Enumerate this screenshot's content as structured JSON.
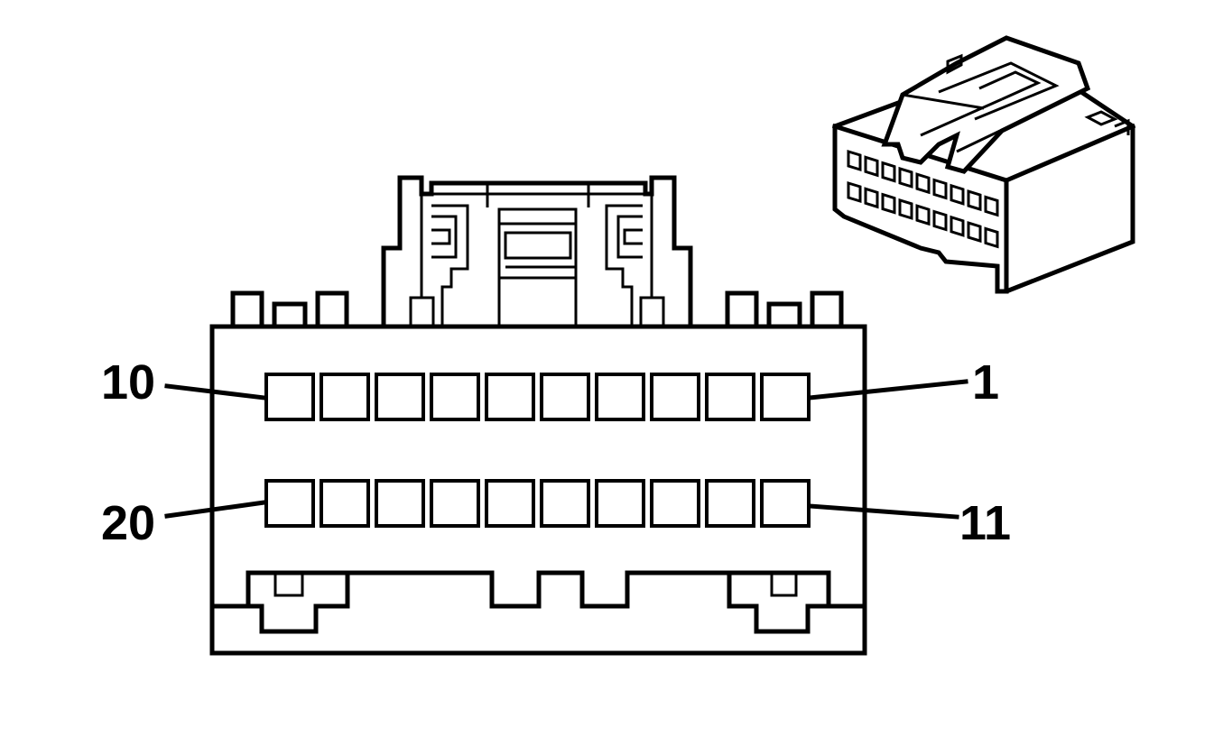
{
  "connector": {
    "pin_labels": {
      "top_left": "10",
      "top_right": "1",
      "bottom_left": "20",
      "bottom_right": "11"
    },
    "rows": 2,
    "cavities_per_row": 10
  },
  "colors": {
    "line": "#000000",
    "background": "#ffffff"
  }
}
